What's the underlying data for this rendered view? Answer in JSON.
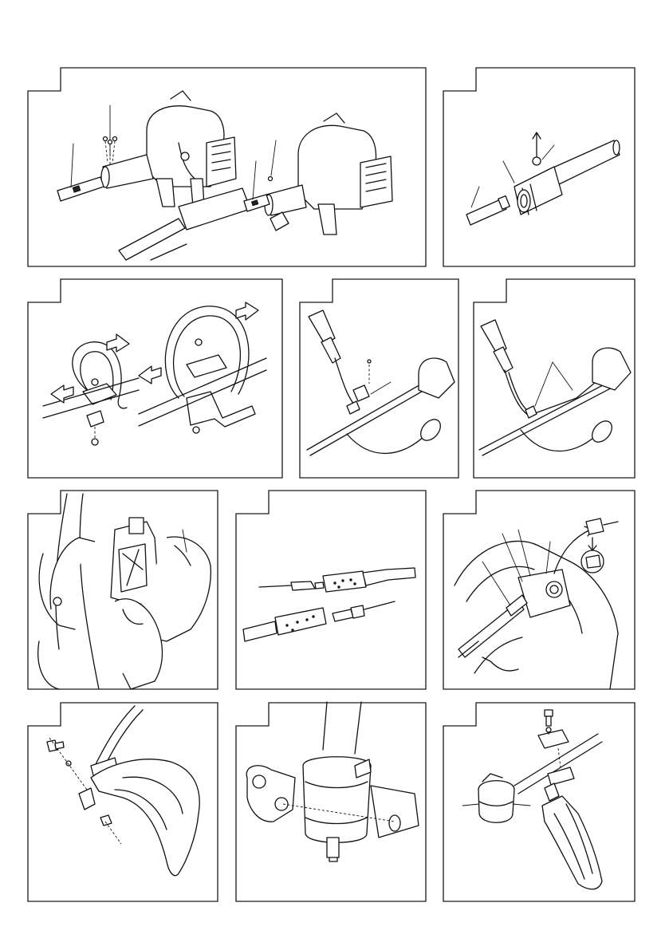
{
  "page": {
    "background": "#ffffff",
    "line_color": "#111111"
  },
  "figures": [
    {
      "id": "fig-1",
      "subject": "engine-shaft-assembly"
    },
    {
      "id": "fig-2",
      "subject": "shaft-coupling-clamp"
    },
    {
      "id": "fig-3",
      "subject": "loop-handle-mounting"
    },
    {
      "id": "fig-4",
      "subject": "throttle-cable-clip"
    },
    {
      "id": "fig-5",
      "subject": "cable-routing"
    },
    {
      "id": "fig-6",
      "subject": "air-filter-cover"
    },
    {
      "id": "fig-7",
      "subject": "wire-connectors"
    },
    {
      "id": "fig-8",
      "subject": "throttle-cable-carburetor"
    },
    {
      "id": "fig-9",
      "subject": "guard-bolt-nut"
    },
    {
      "id": "fig-10",
      "subject": "guard-bracket"
    },
    {
      "id": "fig-11",
      "subject": "trimmer-head-guard"
    }
  ]
}
